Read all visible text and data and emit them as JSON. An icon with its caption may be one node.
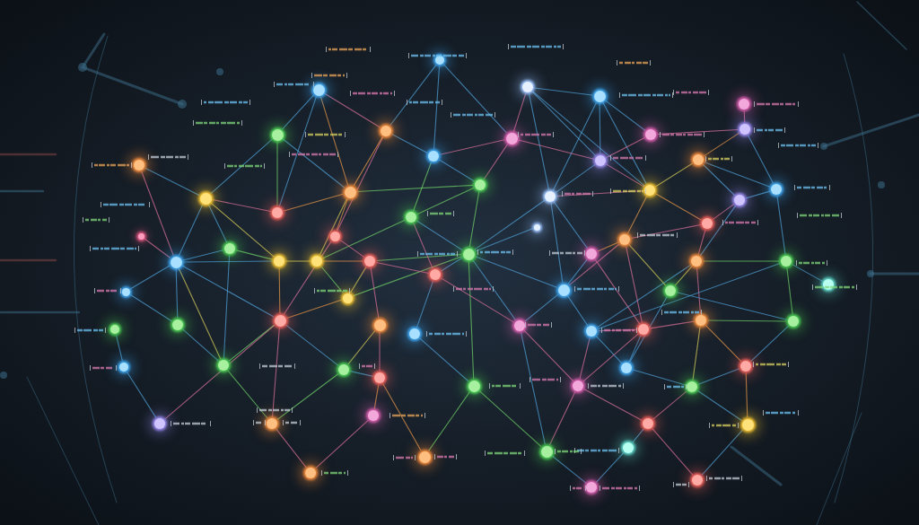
{
  "diagram": {
    "nodes": [
      {
        "text": [],
        "shape": "circle"
      },
      {
        "text": [],
        "shape": "circle"
      },
      {
        "text": [],
        "shape": "circle"
      },
      {
        "text": [],
        "shape": "circle"
      },
      {
        "text": [],
        "shape": "circle"
      },
      {
        "text": [],
        "shape": "circle"
      },
      {
        "text": [],
        "shape": "circle"
      },
      {
        "text": [],
        "shape": "circle"
      },
      {
        "text": [],
        "shape": "circle"
      },
      {
        "text": [],
        "shape": "circle"
      },
      {
        "text": [],
        "shape": "circle"
      },
      {
        "text": [],
        "shape": "circle"
      },
      {
        "text": [],
        "shape": "circle"
      },
      {
        "text": [],
        "shape": "circle"
      },
      {
        "text": [],
        "shape": "circle"
      },
      {
        "text": [],
        "shape": "circle"
      },
      {
        "text": [],
        "shape": "circle"
      },
      {
        "text": [],
        "shape": "circle"
      },
      {
        "text": [],
        "shape": "circle"
      },
      {
        "text": [],
        "shape": "circle"
      },
      {
        "text": [],
        "shape": "circle"
      },
      {
        "text": [],
        "shape": "circle"
      },
      {
        "text": [],
        "shape": "circle"
      },
      {
        "text": [],
        "shape": "circle"
      },
      {
        "text": [],
        "shape": "circle"
      },
      {
        "text": [],
        "shape": "circle"
      },
      {
        "text": [],
        "shape": "circle"
      },
      {
        "text": [],
        "shape": "circle"
      },
      {
        "text": [],
        "shape": "circle"
      },
      {
        "text": [],
        "shape": "circle"
      },
      {
        "text": [],
        "shape": "circle"
      },
      {
        "text": [],
        "shape": "circle"
      },
      {
        "text": [],
        "shape": "circle"
      },
      {
        "text": [],
        "shape": "circle"
      },
      {
        "text": [],
        "shape": "circle"
      },
      {
        "text": [],
        "shape": "circle"
      },
      {
        "text": [],
        "shape": "circle"
      },
      {
        "text": [],
        "shape": "circle"
      },
      {
        "text": [],
        "shape": "circle"
      },
      {
        "text": [],
        "shape": "circle"
      },
      {
        "text": [],
        "shape": "circle"
      },
      {
        "text": [],
        "shape": "circle"
      },
      {
        "text": [],
        "shape": "circle"
      },
      {
        "text": [],
        "shape": "circle"
      },
      {
        "text": [],
        "shape": "circle"
      },
      {
        "text": [],
        "shape": "circle"
      },
      {
        "text": [],
        "shape": "circle"
      },
      {
        "text": [],
        "shape": "circle"
      },
      {
        "text": [],
        "shape": "circle"
      },
      {
        "text": [],
        "shape": "circle"
      },
      {
        "text": [],
        "shape": "circle"
      },
      {
        "text": [],
        "shape": "circle"
      },
      {
        "text": [],
        "shape": "circle"
      },
      {
        "text": [],
        "shape": "circle"
      },
      {
        "text": [],
        "shape": "circle"
      },
      {
        "text": [],
        "shape": "circle"
      },
      {
        "text": [],
        "shape": "circle"
      },
      {
        "text": [],
        "shape": "circle"
      },
      {
        "text": [],
        "shape": "circle"
      },
      {
        "text": [],
        "shape": "circle"
      },
      {
        "text": [],
        "shape": "circle"
      },
      {
        "text": [],
        "shape": "circle"
      },
      {
        "text": [],
        "shape": "circle"
      },
      {
        "text": [],
        "shape": "circle"
      },
      {
        "text": [],
        "shape": "circle"
      },
      {
        "text": [],
        "shape": "circle"
      },
      {
        "text": [],
        "shape": "circle"
      },
      {
        "text": [],
        "shape": "circle"
      },
      {
        "text": [],
        "shape": "circle"
      },
      {
        "text": [],
        "shape": "circle"
      },
      {
        "text": [],
        "shape": "circle"
      },
      {
        "text": [],
        "shape": "circle"
      },
      {
        "text": [],
        "shape": "circle"
      }
    ],
    "edges": [
      {
        "from": 1,
        "to": 9,
        "arrow": "none"
      },
      {
        "from": 1,
        "to": 15,
        "arrow": "none",
        "color": "#e8994a"
      },
      {
        "from": 1,
        "to": 21,
        "arrow": "none"
      },
      {
        "from": 1,
        "to": 8,
        "arrow": "none",
        "color": "#d9709a"
      },
      {
        "from": 9,
        "to": 14,
        "arrow": "none"
      },
      {
        "from": 9,
        "to": 21,
        "arrow": "none",
        "color": "#6fcf6a"
      },
      {
        "from": 9,
        "to": 15,
        "arrow": "none"
      },
      {
        "from": 10,
        "to": 14,
        "arrow": "none"
      },
      {
        "from": 10,
        "to": 28,
        "arrow": "none",
        "color": "#d9709a"
      },
      {
        "from": 14,
        "to": 21,
        "arrow": "none",
        "color": "#d9709a"
      },
      {
        "from": 14,
        "to": 27,
        "arrow": "none"
      },
      {
        "from": 14,
        "to": 28,
        "arrow": "none"
      },
      {
        "from": 14,
        "to": 29,
        "arrow": "none",
        "color": "#d8cf5a"
      },
      {
        "from": 15,
        "to": 21,
        "arrow": "none",
        "color": "#e8994a"
      },
      {
        "from": 15,
        "to": 26,
        "arrow": "none",
        "color": "#e8994a"
      },
      {
        "from": 15,
        "to": 30,
        "arrow": "none",
        "color": "#d8cf5a"
      },
      {
        "from": 15,
        "to": 16,
        "arrow": "none",
        "color": "#6fcf6a"
      },
      {
        "from": 8,
        "to": 11,
        "arrow": "none"
      },
      {
        "from": 8,
        "to": 26,
        "arrow": "none",
        "color": "#d9709a"
      },
      {
        "from": 8,
        "to": 15,
        "arrow": "none",
        "color": "#e8994a"
      },
      {
        "from": 0,
        "to": 11,
        "arrow": "none"
      },
      {
        "from": 0,
        "to": 8,
        "arrow": "none"
      },
      {
        "from": 0,
        "to": 7,
        "arrow": "none"
      },
      {
        "from": 2,
        "to": 7,
        "arrow": "none",
        "color": "#d9709a"
      },
      {
        "from": 2,
        "to": 3,
        "arrow": "none"
      },
      {
        "from": 2,
        "to": 17,
        "arrow": "none"
      },
      {
        "from": 2,
        "to": 12,
        "arrow": "none"
      },
      {
        "from": 2,
        "to": 18,
        "arrow": "none"
      },
      {
        "from": 3,
        "to": 12,
        "arrow": "none"
      },
      {
        "from": 3,
        "to": 18,
        "arrow": "none"
      },
      {
        "from": 3,
        "to": 17,
        "arrow": "none"
      },
      {
        "from": 7,
        "to": 11,
        "arrow": "none",
        "color": "#d9709a"
      },
      {
        "from": 7,
        "to": 16,
        "arrow": "none",
        "color": "#d9709a"
      },
      {
        "from": 7,
        "to": 12,
        "arrow": "none",
        "color": "#d9709a"
      },
      {
        "from": 11,
        "to": 16,
        "arrow": "none"
      },
      {
        "from": 11,
        "to": 22,
        "arrow": "none",
        "color": "#6fcf6a"
      },
      {
        "from": 12,
        "to": 17,
        "arrow": "none"
      },
      {
        "from": 12,
        "to": 18,
        "arrow": "none",
        "color": "#d9709a"
      },
      {
        "from": 12,
        "to": 6,
        "arrow": "none",
        "color": "#d9709a"
      },
      {
        "from": 6,
        "to": 5,
        "arrow": "none",
        "color": "#d9709a"
      },
      {
        "from": 4,
        "to": 5,
        "arrow": "none",
        "color": "#d9709a"
      },
      {
        "from": 5,
        "to": 13,
        "arrow": "none",
        "color": "#e8994a"
      },
      {
        "from": 5,
        "to": 20,
        "arrow": "none"
      },
      {
        "from": 3,
        "to": 6,
        "arrow": "none"
      },
      {
        "from": 13,
        "to": 18,
        "arrow": "none",
        "color": "#d8cf5a"
      },
      {
        "from": 13,
        "to": 19,
        "arrow": "none"
      },
      {
        "from": 13,
        "to": 20,
        "arrow": "none"
      },
      {
        "from": 20,
        "to": 19,
        "arrow": "none"
      },
      {
        "from": 20,
        "to": 36,
        "arrow": "none"
      },
      {
        "from": 19,
        "to": 24,
        "arrow": "none",
        "color": "#d9709a"
      },
      {
        "from": 19,
        "to": 35,
        "arrow": "none"
      },
      {
        "from": 18,
        "to": 17,
        "arrow": "none",
        "color": "#d9709a"
      },
      {
        "from": 18,
        "to": 34,
        "arrow": "none",
        "color": "#e8994a"
      },
      {
        "from": 18,
        "to": 24,
        "arrow": "none",
        "color": "#e8994a"
      },
      {
        "from": 24,
        "to": 35,
        "arrow": "none",
        "color": "#d9709a"
      },
      {
        "from": 24,
        "to": 34,
        "arrow": "none",
        "color": "#d9709a"
      },
      {
        "from": 35,
        "to": 36,
        "arrow": "none",
        "color": "#6fcf6a"
      },
      {
        "from": 35,
        "to": 40,
        "arrow": "none",
        "color": "#d8cf5a"
      },
      {
        "from": 35,
        "to": 51,
        "arrow": "none",
        "color": "#d9709a"
      },
      {
        "from": 35,
        "to": 49,
        "arrow": "none"
      },
      {
        "from": 36,
        "to": 41,
        "arrow": "none"
      },
      {
        "from": 36,
        "to": 52,
        "arrow": "none",
        "color": "#6fcf6a"
      },
      {
        "from": 36,
        "to": 49,
        "arrow": "none"
      },
      {
        "from": 52,
        "to": 51,
        "arrow": "none",
        "color": "#6fcf6a"
      },
      {
        "from": 52,
        "to": 40,
        "arrow": "none"
      },
      {
        "from": 52,
        "to": 61,
        "arrow": "none"
      },
      {
        "from": 51,
        "to": 61,
        "arrow": "none",
        "color": "#e8994a"
      },
      {
        "from": 51,
        "to": 60,
        "arrow": "none",
        "color": "#d8cf5a"
      },
      {
        "from": 51,
        "to": 50,
        "arrow": "none",
        "color": "#d9709a"
      },
      {
        "from": 61,
        "to": 60,
        "arrow": "none"
      },
      {
        "from": 61,
        "to": 67,
        "arrow": "none",
        "color": "#e8994a"
      },
      {
        "from": 60,
        "to": 67,
        "arrow": "none"
      },
      {
        "from": 60,
        "to": 59,
        "arrow": "none"
      },
      {
        "from": 60,
        "to": 65,
        "arrow": "none",
        "color": "#d9709a"
      },
      {
        "from": 67,
        "to": 72,
        "arrow": "none"
      },
      {
        "from": 65,
        "to": 66,
        "arrow": "none"
      },
      {
        "from": 65,
        "to": 72,
        "arrow": "none",
        "color": "#d9709a"
      },
      {
        "from": 66,
        "to": 71,
        "arrow": "none"
      },
      {
        "from": 59,
        "to": 49,
        "arrow": "none"
      },
      {
        "from": 59,
        "to": 50,
        "arrow": "none"
      },
      {
        "from": 59,
        "to": 40,
        "arrow": "none"
      },
      {
        "from": 49,
        "to": 39,
        "arrow": "none"
      },
      {
        "from": 49,
        "to": 50,
        "arrow": "none",
        "color": "#d9709a"
      },
      {
        "from": 49,
        "to": 58,
        "arrow": "none",
        "color": "#d9709a"
      },
      {
        "from": 50,
        "to": 34,
        "arrow": "none",
        "color": "#d9709a"
      },
      {
        "from": 50,
        "to": 33,
        "arrow": "none",
        "color": "#d9709a"
      },
      {
        "from": 50,
        "to": 58,
        "arrow": "none",
        "color": "#d9709a"
      },
      {
        "from": 58,
        "to": 48,
        "arrow": "none",
        "color": "#d9709a"
      },
      {
        "from": 58,
        "to": 69,
        "arrow": "none",
        "color": "#d9709a"
      },
      {
        "from": 58,
        "to": 65,
        "arrow": "none",
        "color": "#d9709a"
      },
      {
        "from": 48,
        "to": 39,
        "arrow": "none"
      },
      {
        "from": 48,
        "to": 37,
        "arrow": "none",
        "color": "#d9709a"
      },
      {
        "from": 48,
        "to": 69,
        "arrow": "none"
      },
      {
        "from": 48,
        "to": 32,
        "arrow": "none"
      },
      {
        "from": 39,
        "to": 33,
        "arrow": "none"
      },
      {
        "from": 39,
        "to": 17,
        "arrow": "none"
      },
      {
        "from": 39,
        "to": 32,
        "arrow": "none"
      },
      {
        "from": 33,
        "to": 34,
        "arrow": "none",
        "color": "#e8994a"
      },
      {
        "from": 33,
        "to": 17,
        "arrow": "none"
      },
      {
        "from": 34,
        "to": 40,
        "arrow": "none",
        "color": "#d8cf5a"
      },
      {
        "from": 34,
        "to": 39,
        "arrow": "none",
        "color": "#d9709a"
      },
      {
        "from": 32,
        "to": 16,
        "arrow": "none",
        "color": "#6fcf6a"
      },
      {
        "from": 32,
        "to": 22,
        "arrow": "none"
      },
      {
        "from": 32,
        "to": 17,
        "arrow": "none"
      },
      {
        "from": 32,
        "to": 37,
        "arrow": "none"
      },
      {
        "from": 32,
        "to": 31,
        "arrow": "none",
        "color": "#6fcf6a"
      },
      {
        "from": 32,
        "to": 23,
        "arrow": "none"
      },
      {
        "from": 32,
        "to": 38,
        "arrow": "none",
        "color": "#6fcf6a"
      },
      {
        "from": 32,
        "to": 57,
        "arrow": "none",
        "color": "#6fcf6a"
      },
      {
        "from": 37,
        "to": 22,
        "arrow": "none",
        "color": "#d9709a"
      },
      {
        "from": 37,
        "to": 31,
        "arrow": "none",
        "color": "#d9709a"
      },
      {
        "from": 37,
        "to": 47,
        "arrow": "none"
      },
      {
        "from": 22,
        "to": 16,
        "arrow": "none",
        "color": "#6fcf6a"
      },
      {
        "from": 22,
        "to": 30,
        "arrow": "none",
        "color": "#6fcf6a"
      },
      {
        "from": 31,
        "to": 26,
        "arrow": "none",
        "color": "#d9709a"
      },
      {
        "from": 31,
        "to": 38,
        "arrow": "none",
        "color": "#d8cf5a"
      },
      {
        "from": 31,
        "to": 46,
        "arrow": "none",
        "color": "#d9709a"
      },
      {
        "from": 31,
        "to": 30,
        "arrow": "none",
        "color": "#e8994a"
      },
      {
        "from": 30,
        "to": 29,
        "arrow": "none",
        "color": "#d8cf5a"
      },
      {
        "from": 30,
        "to": 38,
        "arrow": "none",
        "color": "#6fcf6a"
      },
      {
        "from": 29,
        "to": 27,
        "arrow": "none",
        "color": "#6fcf6a"
      },
      {
        "from": 29,
        "to": 28,
        "arrow": "none"
      },
      {
        "from": 29,
        "to": 45,
        "arrow": "none",
        "color": "#e8994a"
      },
      {
        "from": 28,
        "to": 27,
        "arrow": "none"
      },
      {
        "from": 28,
        "to": 42,
        "arrow": "none"
      },
      {
        "from": 28,
        "to": 44,
        "arrow": "none"
      },
      {
        "from": 28,
        "to": 54,
        "arrow": "none",
        "color": "#d8cf5a"
      },
      {
        "from": 28,
        "to": 45,
        "arrow": "none"
      },
      {
        "from": 27,
        "to": 54,
        "arrow": "none"
      },
      {
        "from": 44,
        "to": 54,
        "arrow": "none"
      },
      {
        "from": 25,
        "to": 28,
        "arrow": "none",
        "color": "#d9709a"
      },
      {
        "from": 43,
        "to": 53,
        "arrow": "none"
      },
      {
        "from": 53,
        "to": 62,
        "arrow": "none"
      },
      {
        "from": 62,
        "to": 45,
        "arrow": "none",
        "color": "#d9709a"
      },
      {
        "from": 54,
        "to": 45,
        "arrow": "none",
        "color": "#6fcf6a"
      },
      {
        "from": 54,
        "to": 63,
        "arrow": "none",
        "color": "#6fcf6a"
      },
      {
        "from": 45,
        "to": 26,
        "arrow": "none",
        "color": "#d9709a"
      },
      {
        "from": 45,
        "to": 38,
        "arrow": "none",
        "color": "#e8994a"
      },
      {
        "from": 45,
        "to": 55,
        "arrow": "none"
      },
      {
        "from": 45,
        "to": 63,
        "arrow": "none",
        "color": "#d9709a"
      },
      {
        "from": 55,
        "to": 46,
        "arrow": "none",
        "color": "#d8cf5a"
      },
      {
        "from": 55,
        "to": 56,
        "arrow": "none"
      },
      {
        "from": 55,
        "to": 63,
        "arrow": "none",
        "color": "#6fcf6a"
      },
      {
        "from": 46,
        "to": 56,
        "arrow": "none",
        "color": "#d9709a"
      },
      {
        "from": 56,
        "to": 64,
        "arrow": "none",
        "color": "#e8994a"
      },
      {
        "from": 56,
        "to": 68,
        "arrow": "none",
        "color": "#e8994a"
      },
      {
        "from": 64,
        "to": 70,
        "arrow": "none",
        "color": "#d9709a"
      },
      {
        "from": 63,
        "to": 70,
        "arrow": "none",
        "color": "#d9709a"
      },
      {
        "from": 47,
        "to": 57,
        "arrow": "none"
      },
      {
        "from": 57,
        "to": 68,
        "arrow": "none",
        "color": "#6fcf6a"
      },
      {
        "from": 57,
        "to": 69,
        "arrow": "none",
        "color": "#6fcf6a"
      },
      {
        "from": 69,
        "to": 71,
        "arrow": "none"
      },
      {
        "from": 42,
        "to": 44,
        "arrow": "none"
      }
    ]
  }
}
